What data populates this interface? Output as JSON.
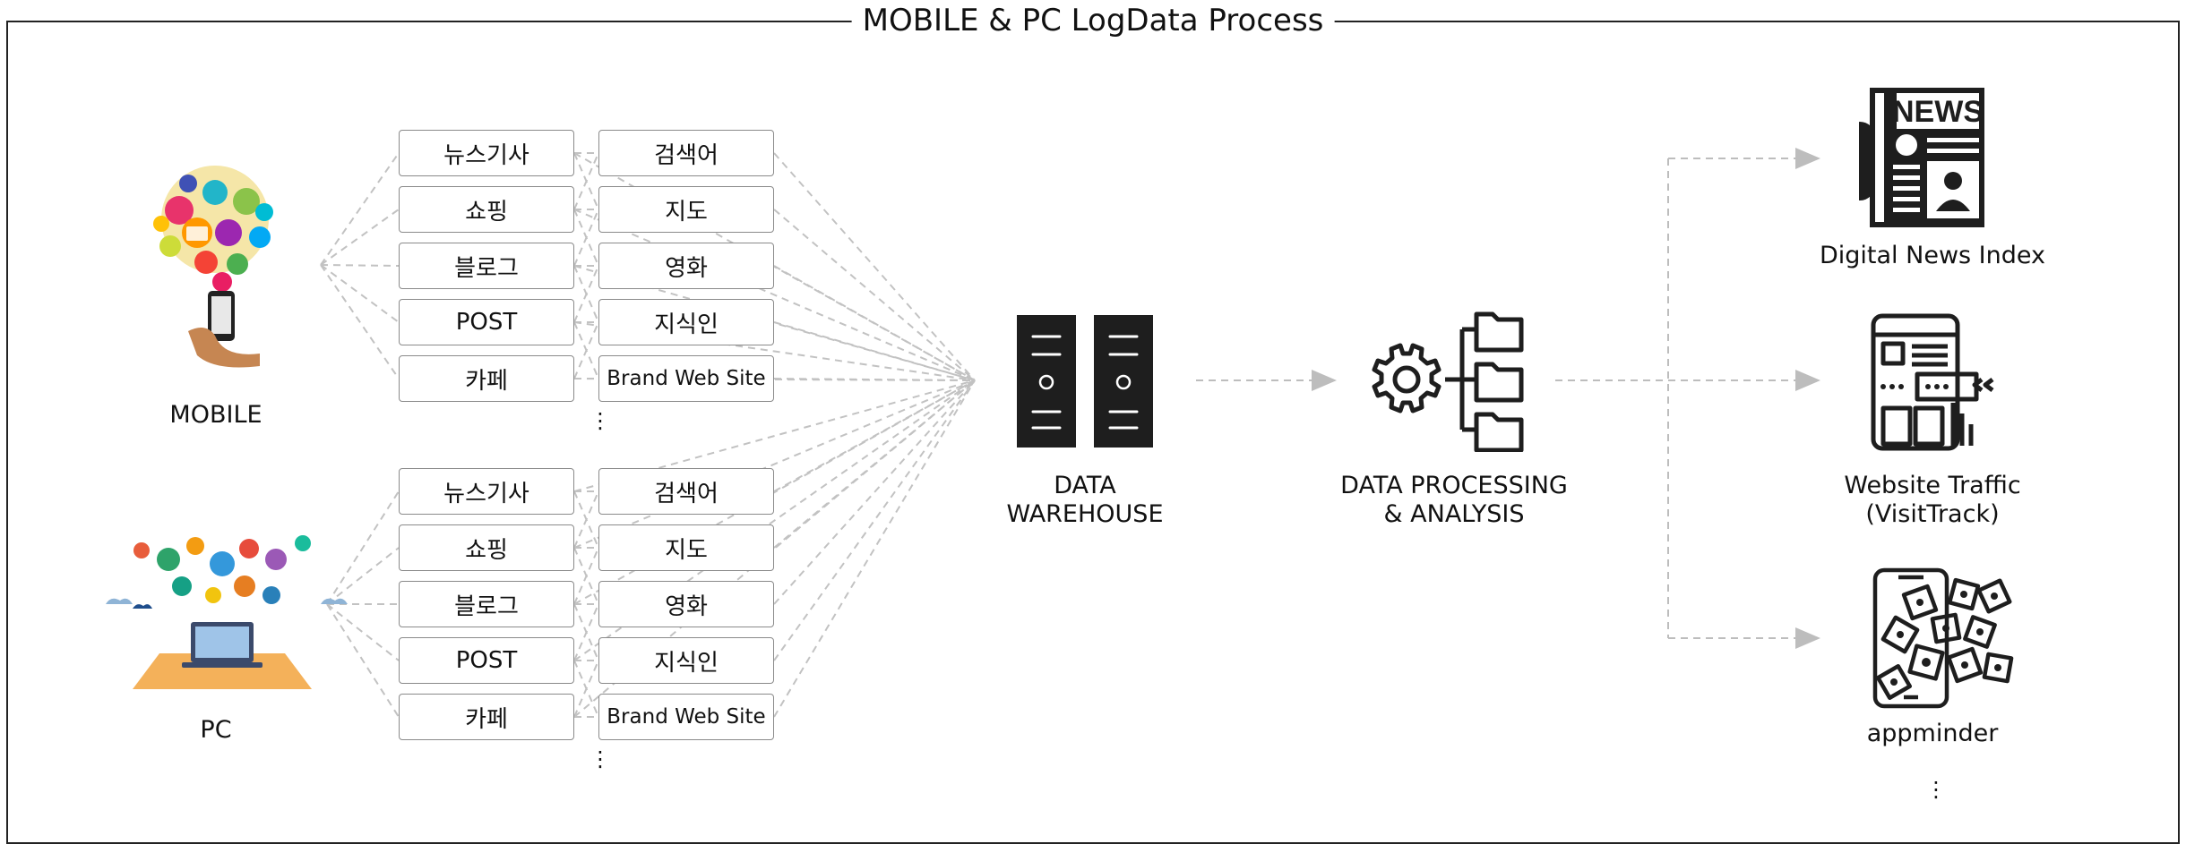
{
  "title": "MOBILE & PC LogData Process",
  "sources": {
    "mobile": "MOBILE",
    "pc": "PC"
  },
  "categories_col1": [
    "뉴스기사",
    "쇼핑",
    "블로그",
    "POST",
    "카페"
  ],
  "categories_col2": [
    "검색어",
    "지도",
    "영화",
    "지식인",
    "Brand Web Site"
  ],
  "ellipsis": "⋮",
  "warehouse": {
    "line1": "DATA",
    "line2": "WAREHOUSE"
  },
  "processing": {
    "line1": "DATA PROCESSING",
    "line2": "& ANALYSIS"
  },
  "outputs": {
    "news": "Digital News Index",
    "traffic_line1": "Website Traffic",
    "traffic_line2": "(VisitTrack)",
    "app": "appminder",
    "news_badge": "NEWS"
  },
  "colors": {
    "line": "#bdbdbd",
    "icon": "#1e1e1e",
    "frame": "#222222"
  },
  "icons": {
    "mobile": "mobile-app-cloud-icon",
    "pc": "laptop-app-cloud-icon",
    "warehouse": "server-rack-icon",
    "processing": "gear-folders-icon",
    "news": "newspaper-icon",
    "traffic": "website-traffic-icon",
    "app": "smartphone-apps-icon"
  }
}
